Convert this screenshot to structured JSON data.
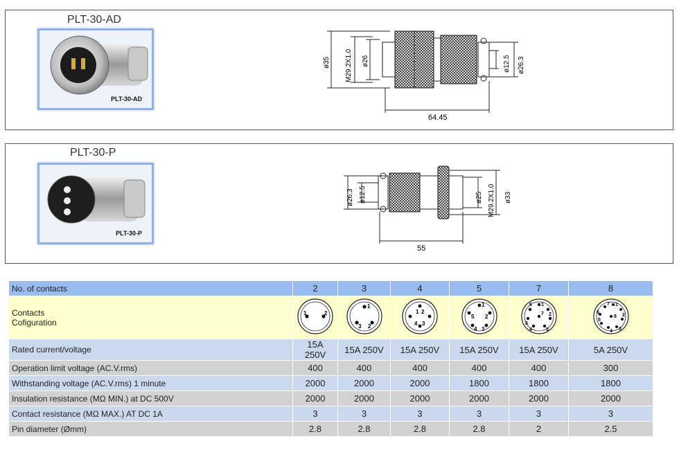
{
  "panels": [
    {
      "title": "PLT-30-AD",
      "photo_caption": "PLT-30-AD",
      "dims": {
        "outer": "ø35",
        "thread": "M29.2X1.0",
        "inner": "ø26",
        "cable": "ø12.5",
        "clamp": "ø26.3",
        "length": "64.45"
      }
    },
    {
      "title": "PLT-30-P",
      "photo_caption": "PLT-30-P",
      "dims": {
        "clamp": "ø26.3",
        "cable": "ø12.5",
        "inner": "ø25",
        "thread": "M29.2X1.0",
        "outer": "ø33",
        "length": "55"
      }
    }
  ],
  "table": {
    "header_label": "No. of contacts",
    "contacts": [
      "2",
      "3",
      "4",
      "5",
      "7",
      "8"
    ],
    "config_label_1": "Contacts",
    "config_label_2": "Cofiguration",
    "pin_labels": [
      [
        "1",
        "2"
      ],
      [
        "1",
        "3",
        "2"
      ],
      [
        "1",
        "2",
        "4",
        "3"
      ],
      [
        "1",
        "5",
        "2",
        "4",
        "3"
      ],
      [
        "1",
        "6",
        "2",
        "7",
        "5",
        "4",
        "3"
      ],
      [
        "1",
        "7",
        "2",
        "6",
        "8",
        "5",
        "4",
        "3"
      ]
    ],
    "rows": [
      {
        "label": "Rated current/voltage",
        "values": [
          "15A 250V",
          "15A 250V",
          "15A 250V",
          "15A 250V",
          "15A 250V",
          "5A 250V"
        ]
      },
      {
        "label": "Operation limit voltage (AC.V.rms)",
        "values": [
          "400",
          "400",
          "400",
          "400",
          "400",
          "300"
        ]
      },
      {
        "label": "Withstanding voltage (AC.V.rms) 1 minute",
        "values": [
          "2000",
          "2000",
          "2000",
          "1800",
          "1800",
          "1800"
        ]
      },
      {
        "label": "Insulation resistance (MΩ MIN.) at DC 500V",
        "values": [
          "2000",
          "2000",
          "2000",
          "2000",
          "2000",
          "2000"
        ]
      },
      {
        "label": "Contact resistance (MΩ MAX.) AT DC 1A",
        "values": [
          "3",
          "3",
          "3",
          "3",
          "3",
          "3"
        ]
      },
      {
        "label": "Pin diameter (Ømm)",
        "values": [
          "2.8",
          "2.8",
          "2.8",
          "2.8",
          "2",
          "2.5"
        ]
      }
    ]
  }
}
